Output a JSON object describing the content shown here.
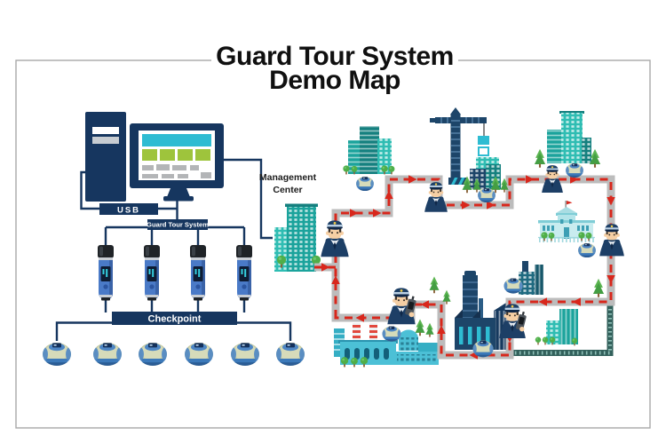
{
  "title": {
    "line1": "Guard Tour System",
    "line2": "Demo Map"
  },
  "computer": {
    "usb_label": "USB"
  },
  "system": {
    "system_bar_label": "Guard Tour System",
    "checkpoint_bar_label": "Checkpoint",
    "handheld_reader_count": 4,
    "checkpoint_tag_count": 6
  },
  "map": {
    "management_center_label_line1": "Management",
    "management_center_label_line2": "Center",
    "guard_count": 6,
    "map_checkpoint_count": 7,
    "route_direction": "clockwise"
  },
  "colors": {
    "navy": "#16365f",
    "red": "#d8271c",
    "path": "#bcbcbc",
    "teal": "#2ebcd2",
    "green": "#9ec43c",
    "sage": "#c6cca6",
    "domeblue": "#4e86c4",
    "domeband": "#3c79b9",
    "skin": "#f6cfa4",
    "guard": "#1d3f66",
    "fence": "#32605b",
    "tealdark": "#15807f",
    "tealmid": "#1ba39c",
    "teallight": "#2fbdb3",
    "paleteal": "#c8ecef",
    "factory": "#4cc0d6",
    "industrial": "#1d4569",
    "tree": "#4fae49",
    "device": "#4a7ac7",
    "graybar": "#b3b5b7"
  }
}
